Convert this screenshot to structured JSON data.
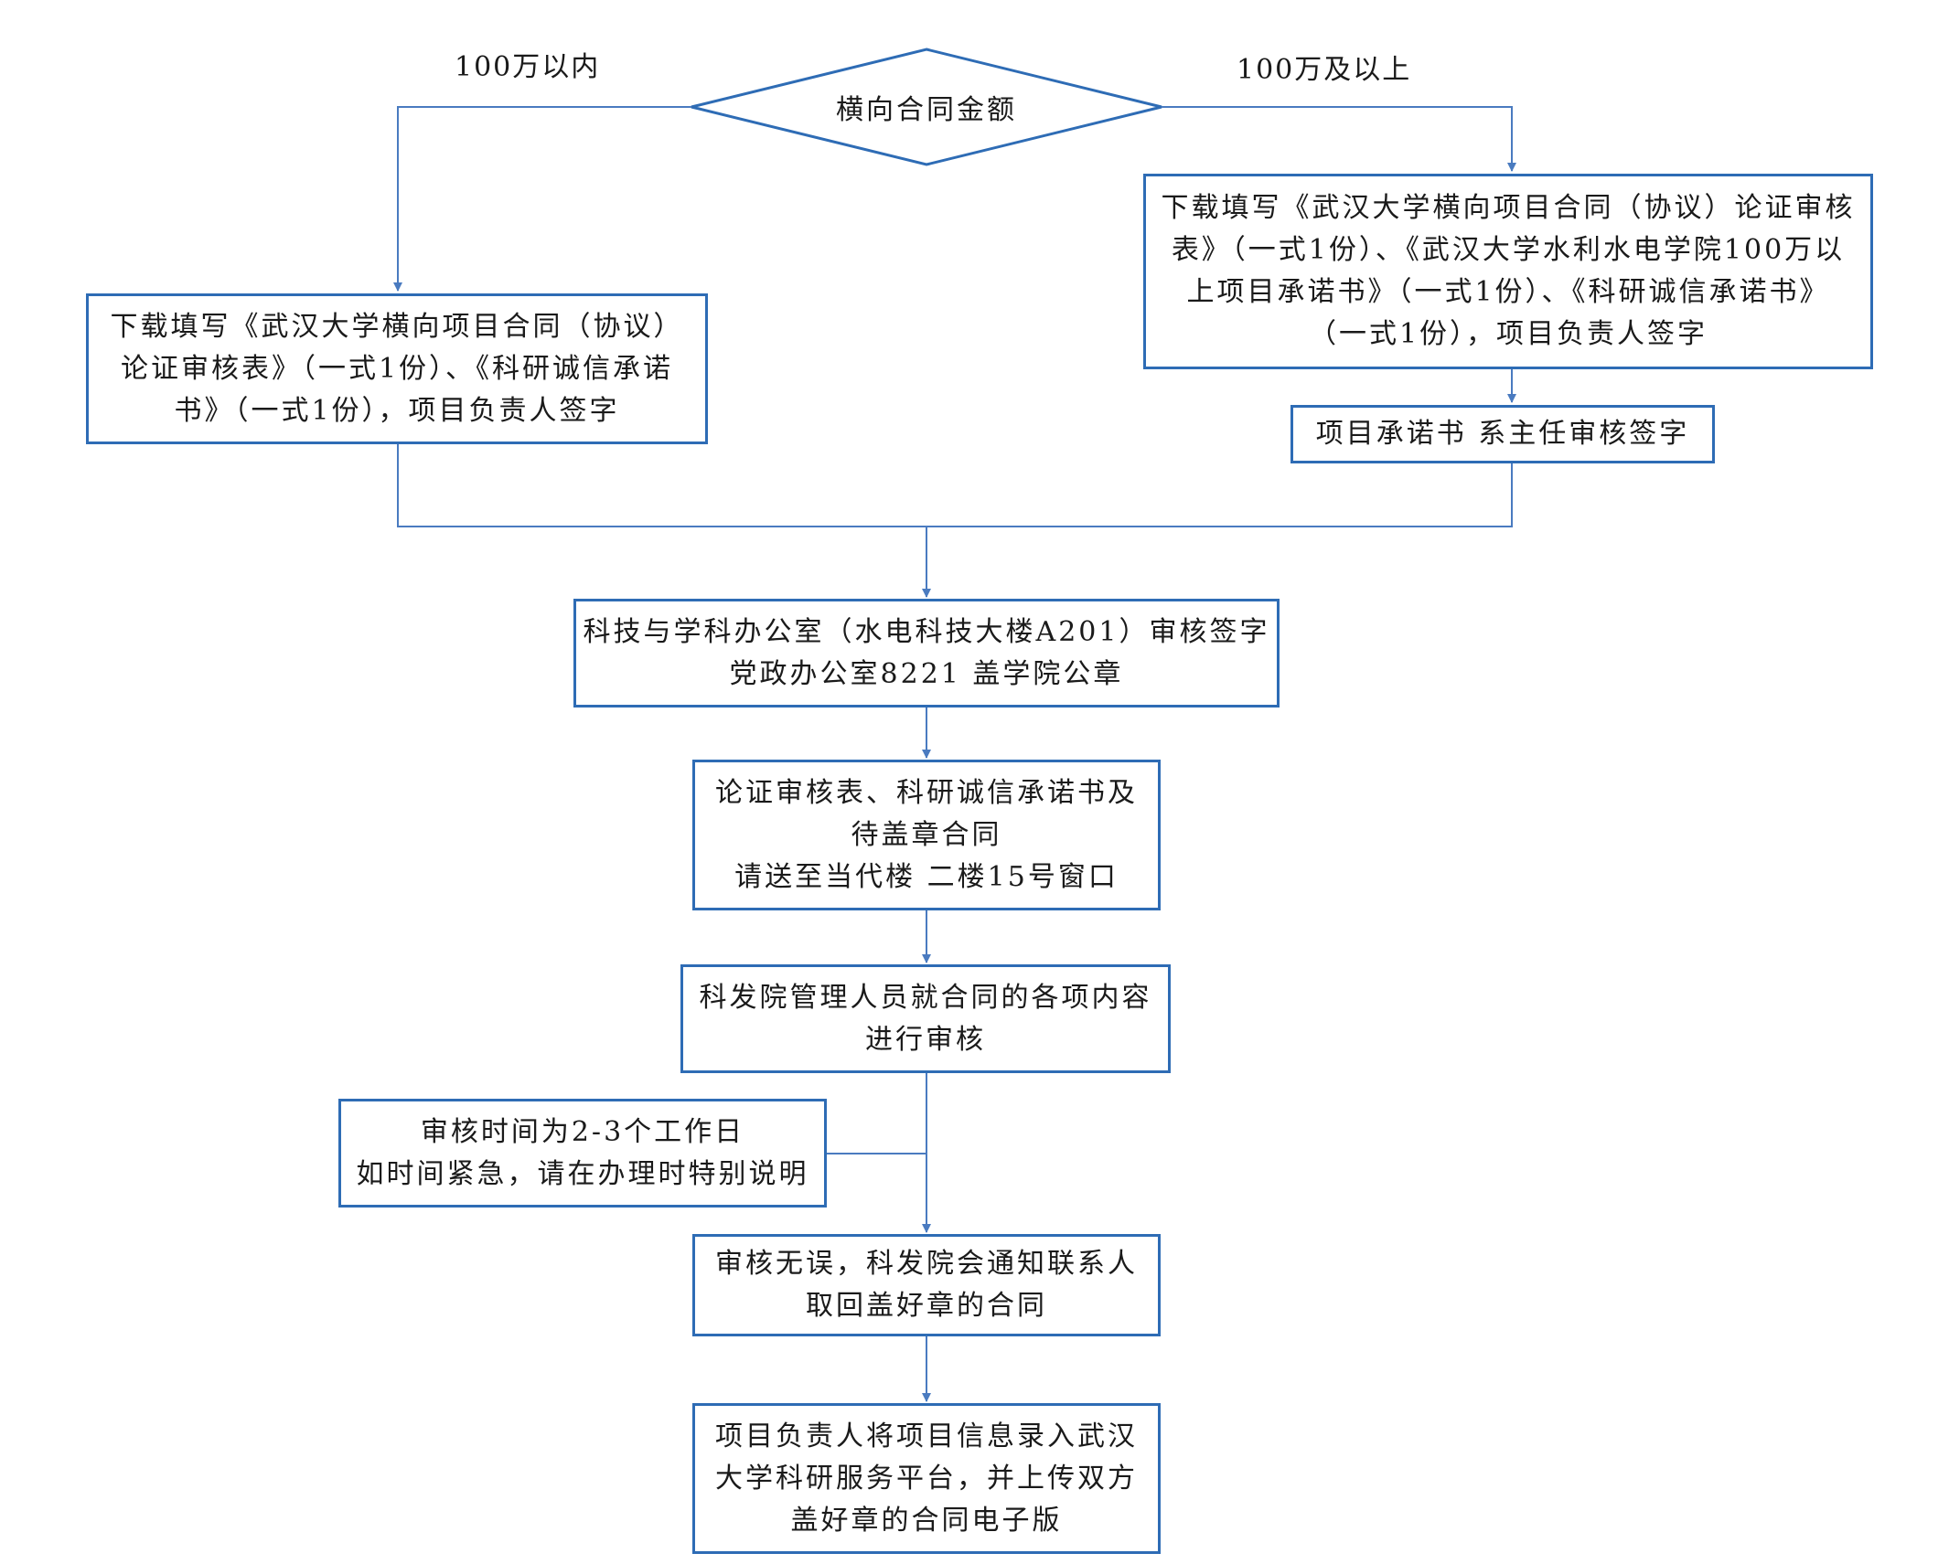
{
  "diagram": {
    "colors": {
      "stroke": "#2e6cb5",
      "connector": "#4a7bc0",
      "text": "#1a1a1a"
    },
    "decision": {
      "label": "横向合同金额"
    },
    "branches": {
      "left_label": "100万以内",
      "right_label": "100万及以上"
    },
    "left_box": {
      "lines": [
        "下载填写《武汉大学横向项目合同（协议）",
        "论证审核表》（一式1份）、《科研诚信承诺",
        "书》（一式1份），项目负责人签字"
      ]
    },
    "right_box": {
      "lines": [
        "下载填写《武汉大学横向项目合同（协议）论证审核",
        "表》（一式1份）、《武汉大学水利水电学院100万以",
        "上项目承诺书》（一式1份）、《科研诚信承诺书》",
        "（一式1份），项目负责人签字"
      ]
    },
    "right_sub_box": {
      "lines": [
        "项目承诺书  系主任审核签字"
      ]
    },
    "steps": [
      {
        "lines": [
          "科技与学科办公室（水电科技大楼A201）审核签字",
          "党政办公室8221  盖学院公章"
        ]
      },
      {
        "lines": [
          "论证审核表、科研诚信承诺书及",
          "待盖章合同",
          "请送至当代楼  二楼15号窗口"
        ]
      },
      {
        "lines": [
          "科发院管理人员就合同的各项内容",
          "进行审核"
        ]
      },
      {
        "lines": [
          "审核无误，科发院会通知联系人",
          "取回盖好章的合同"
        ]
      },
      {
        "lines": [
          "项目负责人将项目信息录入武汉",
          "大学科研服务平台，并上传双方",
          "盖好章的合同电子版"
        ]
      }
    ],
    "note_box": {
      "lines": [
        "审核时间为2-3个工作日",
        "如时间紧急，请在办理时特别说明"
      ]
    }
  }
}
